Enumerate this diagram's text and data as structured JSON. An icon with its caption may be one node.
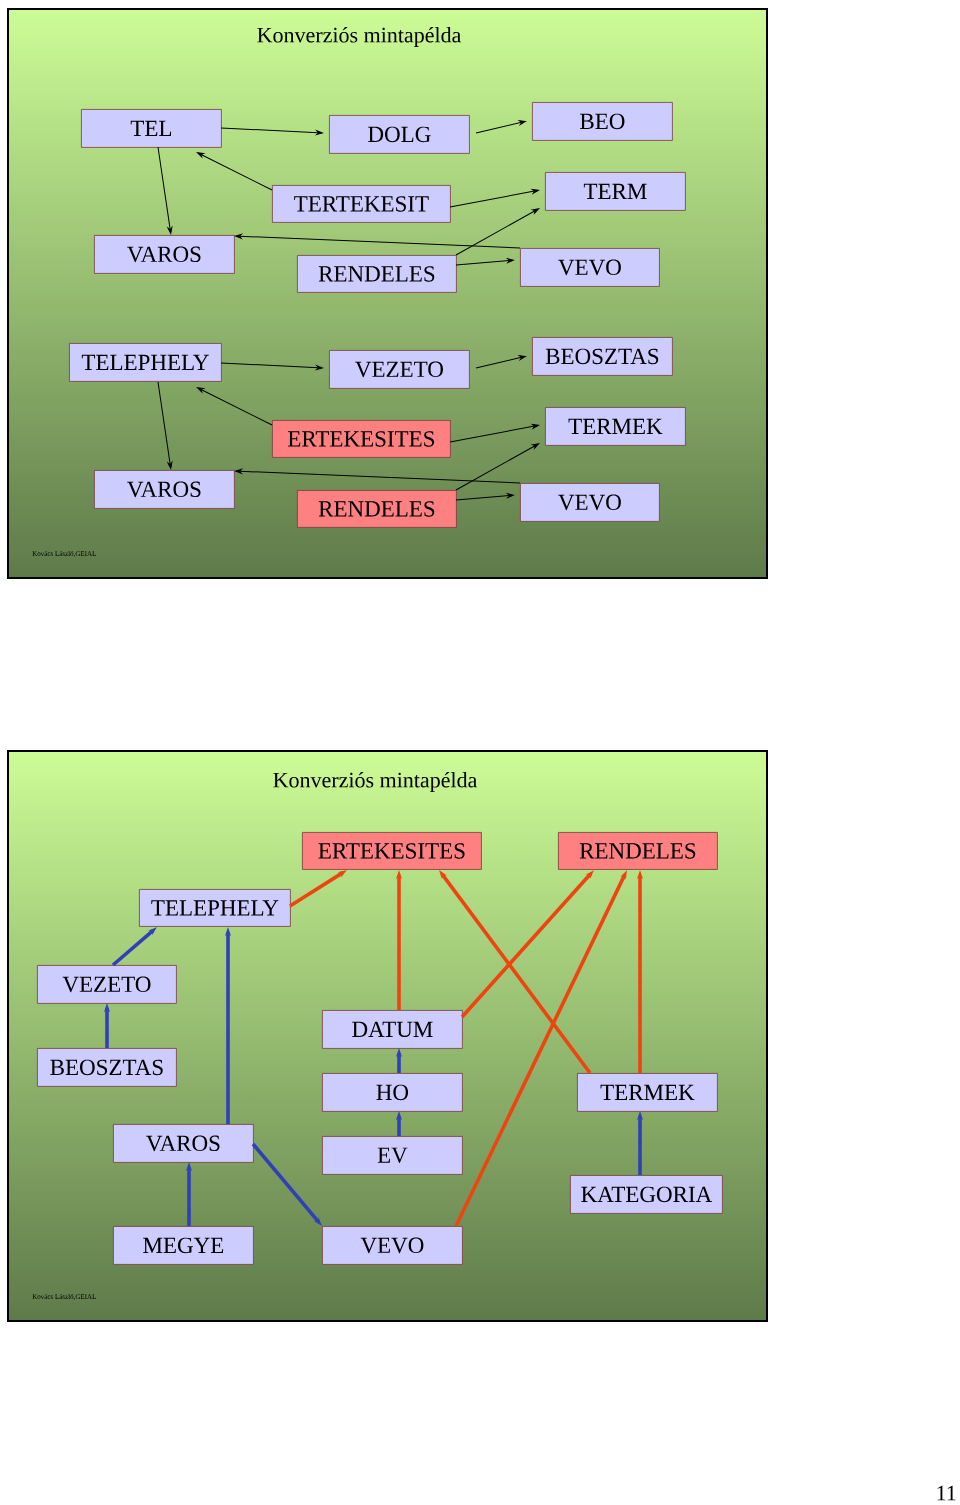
{
  "diagram": {
    "nodes": [
      {
        "text": [
          "Konverziós mintapélda",
          "Kovács László,GEIAL"
        ]
      },
      {
        "text": [
          "TEL"
        ],
        "in": 0
      },
      {
        "text": [
          "DOLG"
        ],
        "in": 0
      },
      {
        "text": [
          "BEO"
        ],
        "in": 0
      },
      {
        "text": [
          "TERTEKESIT"
        ],
        "in": 0
      },
      {
        "text": [
          "TERM"
        ],
        "in": 0
      },
      {
        "text": [
          "VAROS"
        ],
        "in": 0
      },
      {
        "text": [
          "RENDELES"
        ],
        "in": 0
      },
      {
        "text": [
          "VEVO"
        ],
        "in": 0
      },
      {
        "text": [
          "TELEPHELY"
        ],
        "in": 0
      },
      {
        "text": [
          "VEZETO"
        ],
        "in": 0
      },
      {
        "text": [
          "BEOSZTAS"
        ],
        "in": 0
      },
      {
        "text": [
          "ERTEKESITES"
        ],
        "in": 0
      },
      {
        "text": [
          "TERMEK"
        ],
        "in": 0
      },
      {
        "text": [
          "VAROS"
        ],
        "in": 0
      },
      {
        "text": [
          "RENDELES"
        ],
        "in": 0
      },
      {
        "text": [
          "VEVO"
        ],
        "in": 0
      },
      {
        "text": [
          "Konverziós mintapélda",
          "Kovács László,GEIAL"
        ]
      },
      {
        "text": [
          "ERTEKESITES"
        ],
        "in": 17
      },
      {
        "text": [
          "RENDELES"
        ],
        "in": 17
      },
      {
        "text": [
          "TELEPHELY"
        ],
        "in": 17
      },
      {
        "text": [
          "VEZETO"
        ],
        "in": 17
      },
      {
        "text": [
          "DATUM"
        ],
        "in": 17
      },
      {
        "text": [
          "BEOSZTAS"
        ],
        "in": 17
      },
      {
        "text": [
          "HO"
        ],
        "in": 17
      },
      {
        "text": [
          "TERMEK"
        ],
        "in": 17
      },
      {
        "text": [
          "VAROS"
        ],
        "in": 17
      },
      {
        "text": [
          "EV"
        ],
        "in": 17
      },
      {
        "text": [
          "KATEGORIA"
        ],
        "in": 17
      },
      {
        "text": [
          "MEGYE"
        ],
        "in": 17
      },
      {
        "text": [
          "VEVO"
        ],
        "in": 17
      }
    ],
    "edges": [
      {
        "from": 1,
        "to": 2,
        "arrow": "to"
      },
      {
        "from": 2,
        "to": 3,
        "arrow": "to"
      },
      {
        "from": 4,
        "to": 1,
        "arrow": "to"
      },
      {
        "from": 4,
        "to": 5,
        "arrow": "to"
      },
      {
        "from": 1,
        "to": 6,
        "arrow": "to"
      },
      {
        "from": 8,
        "to": 6,
        "arrow": "to"
      },
      {
        "from": 7,
        "to": 5,
        "arrow": "to"
      },
      {
        "from": 7,
        "to": 8,
        "arrow": "to"
      },
      {
        "from": 9,
        "to": 10,
        "arrow": "to"
      },
      {
        "from": 10,
        "to": 11,
        "arrow": "to"
      },
      {
        "from": 12,
        "to": 9,
        "arrow": "to"
      },
      {
        "from": 12,
        "to": 13,
        "arrow": "to"
      },
      {
        "from": 9,
        "to": 14,
        "arrow": "to"
      },
      {
        "from": 16,
        "to": 14,
        "arrow": "to"
      },
      {
        "from": 15,
        "to": 13,
        "arrow": "to"
      },
      {
        "from": 15,
        "to": 16,
        "arrow": "to"
      },
      {
        "from": 21,
        "to": 20,
        "arrow": "to",
        "style": "thick",
        "color": "#3040b8"
      },
      {
        "from": 23,
        "to": 21,
        "arrow": "to",
        "style": "thick",
        "color": "#3040b8"
      },
      {
        "from": 26,
        "to": 20,
        "arrow": "to",
        "style": "thick",
        "color": "#3040b8"
      },
      {
        "from": 29,
        "to": 26,
        "arrow": "to",
        "style": "thick",
        "color": "#3040b8"
      },
      {
        "from": 26,
        "to": 30,
        "arrow": "to",
        "style": "thick",
        "color": "#3040b8"
      },
      {
        "from": 24,
        "to": 22,
        "arrow": "to",
        "style": "thick",
        "color": "#3040b8"
      },
      {
        "from": 27,
        "to": 24,
        "arrow": "to",
        "style": "thick",
        "color": "#3040b8"
      },
      {
        "from": 28,
        "to": 25,
        "arrow": "to",
        "style": "thick",
        "color": "#3040b8"
      },
      {
        "from": 20,
        "to": 18,
        "arrow": "to",
        "style": "thick",
        "color": "#ee4411"
      },
      {
        "from": 22,
        "to": 18,
        "arrow": "to",
        "style": "thick",
        "color": "#ee4411"
      },
      {
        "from": 25,
        "to": 18,
        "arrow": "to",
        "style": "thick",
        "color": "#ee4411"
      },
      {
        "from": 22,
        "to": 19,
        "arrow": "to",
        "style": "thick",
        "color": "#ee4411"
      },
      {
        "from": 30,
        "to": 19,
        "arrow": "to",
        "style": "thick",
        "color": "#ee4411"
      },
      {
        "from": 25,
        "to": 19,
        "arrow": "to",
        "style": "thick",
        "color": "#ee4411"
      }
    ],
    "labels": [
      "11"
    ]
  }
}
